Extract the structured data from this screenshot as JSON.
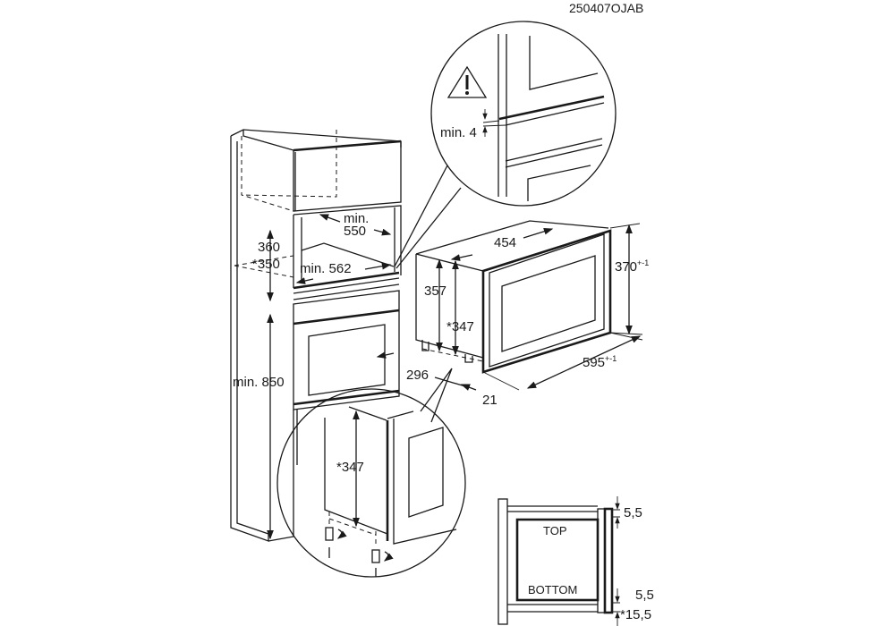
{
  "figure_code": "250407OJAB",
  "cabinet": {
    "niche_height": "360",
    "niche_height_alt": "*350",
    "niche_depth_label": "min.",
    "niche_depth_value": "550",
    "niche_width": "min. 562",
    "install_height": "min. 850"
  },
  "detail_top": {
    "warning_icon": "warning-triangle-icon",
    "gap": "min. 4"
  },
  "appliance": {
    "width": "454",
    "body_height": "357",
    "body_height_alt": "*347",
    "front_height": "370",
    "front_height_tol": "+-1",
    "front_width": "595",
    "front_width_tol": "+-1",
    "depth": "296",
    "door_offset": "21"
  },
  "detail_bottom": {
    "height": "*347"
  },
  "side_view": {
    "top_label": "TOP",
    "bottom_label": "BOTTOM",
    "top_gap": "5,5",
    "bottom_gap": "5,5",
    "bottom_gap_alt": "*15,5"
  }
}
